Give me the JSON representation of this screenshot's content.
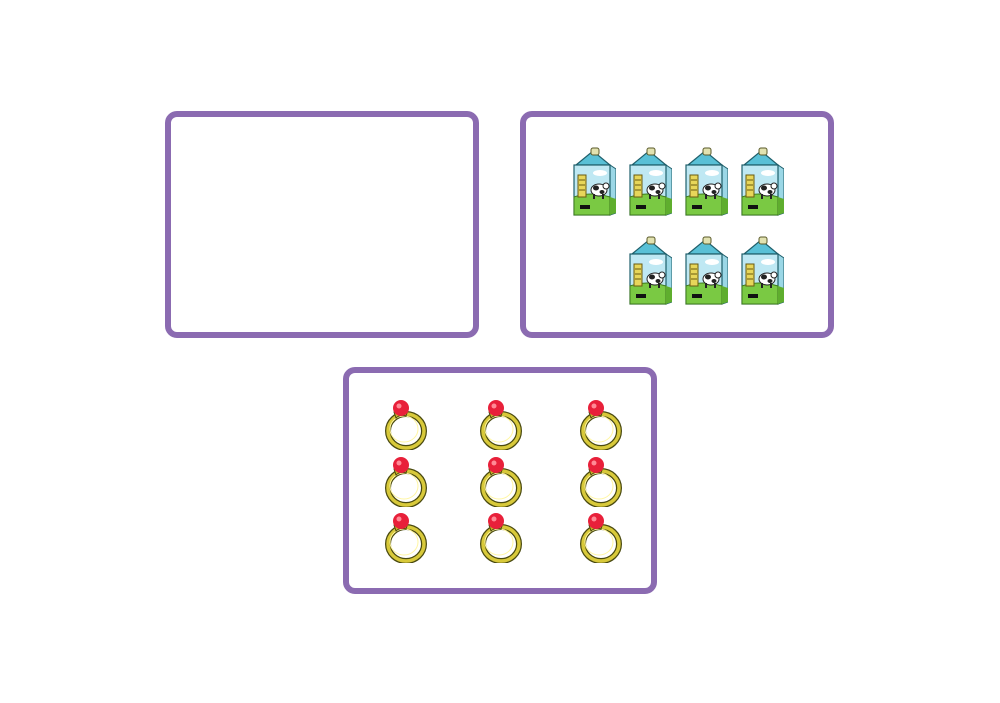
{
  "panels": [
    {
      "name": "empty-panel",
      "item": "none",
      "count": 0
    },
    {
      "name": "milk-panel",
      "item": "milk-carton-icon",
      "count": 7,
      "rows": [
        4,
        3
      ]
    },
    {
      "name": "rings-panel",
      "item": "ring-icon",
      "count": 9,
      "rows": [
        3,
        3,
        3
      ]
    }
  ],
  "colors": {
    "panel_border": "#8b6bb1",
    "carton_top": "#4fb3c8",
    "carton_grass": "#7ac943",
    "ring_gem": "#e8203a",
    "ring_band": "#c8b227"
  }
}
